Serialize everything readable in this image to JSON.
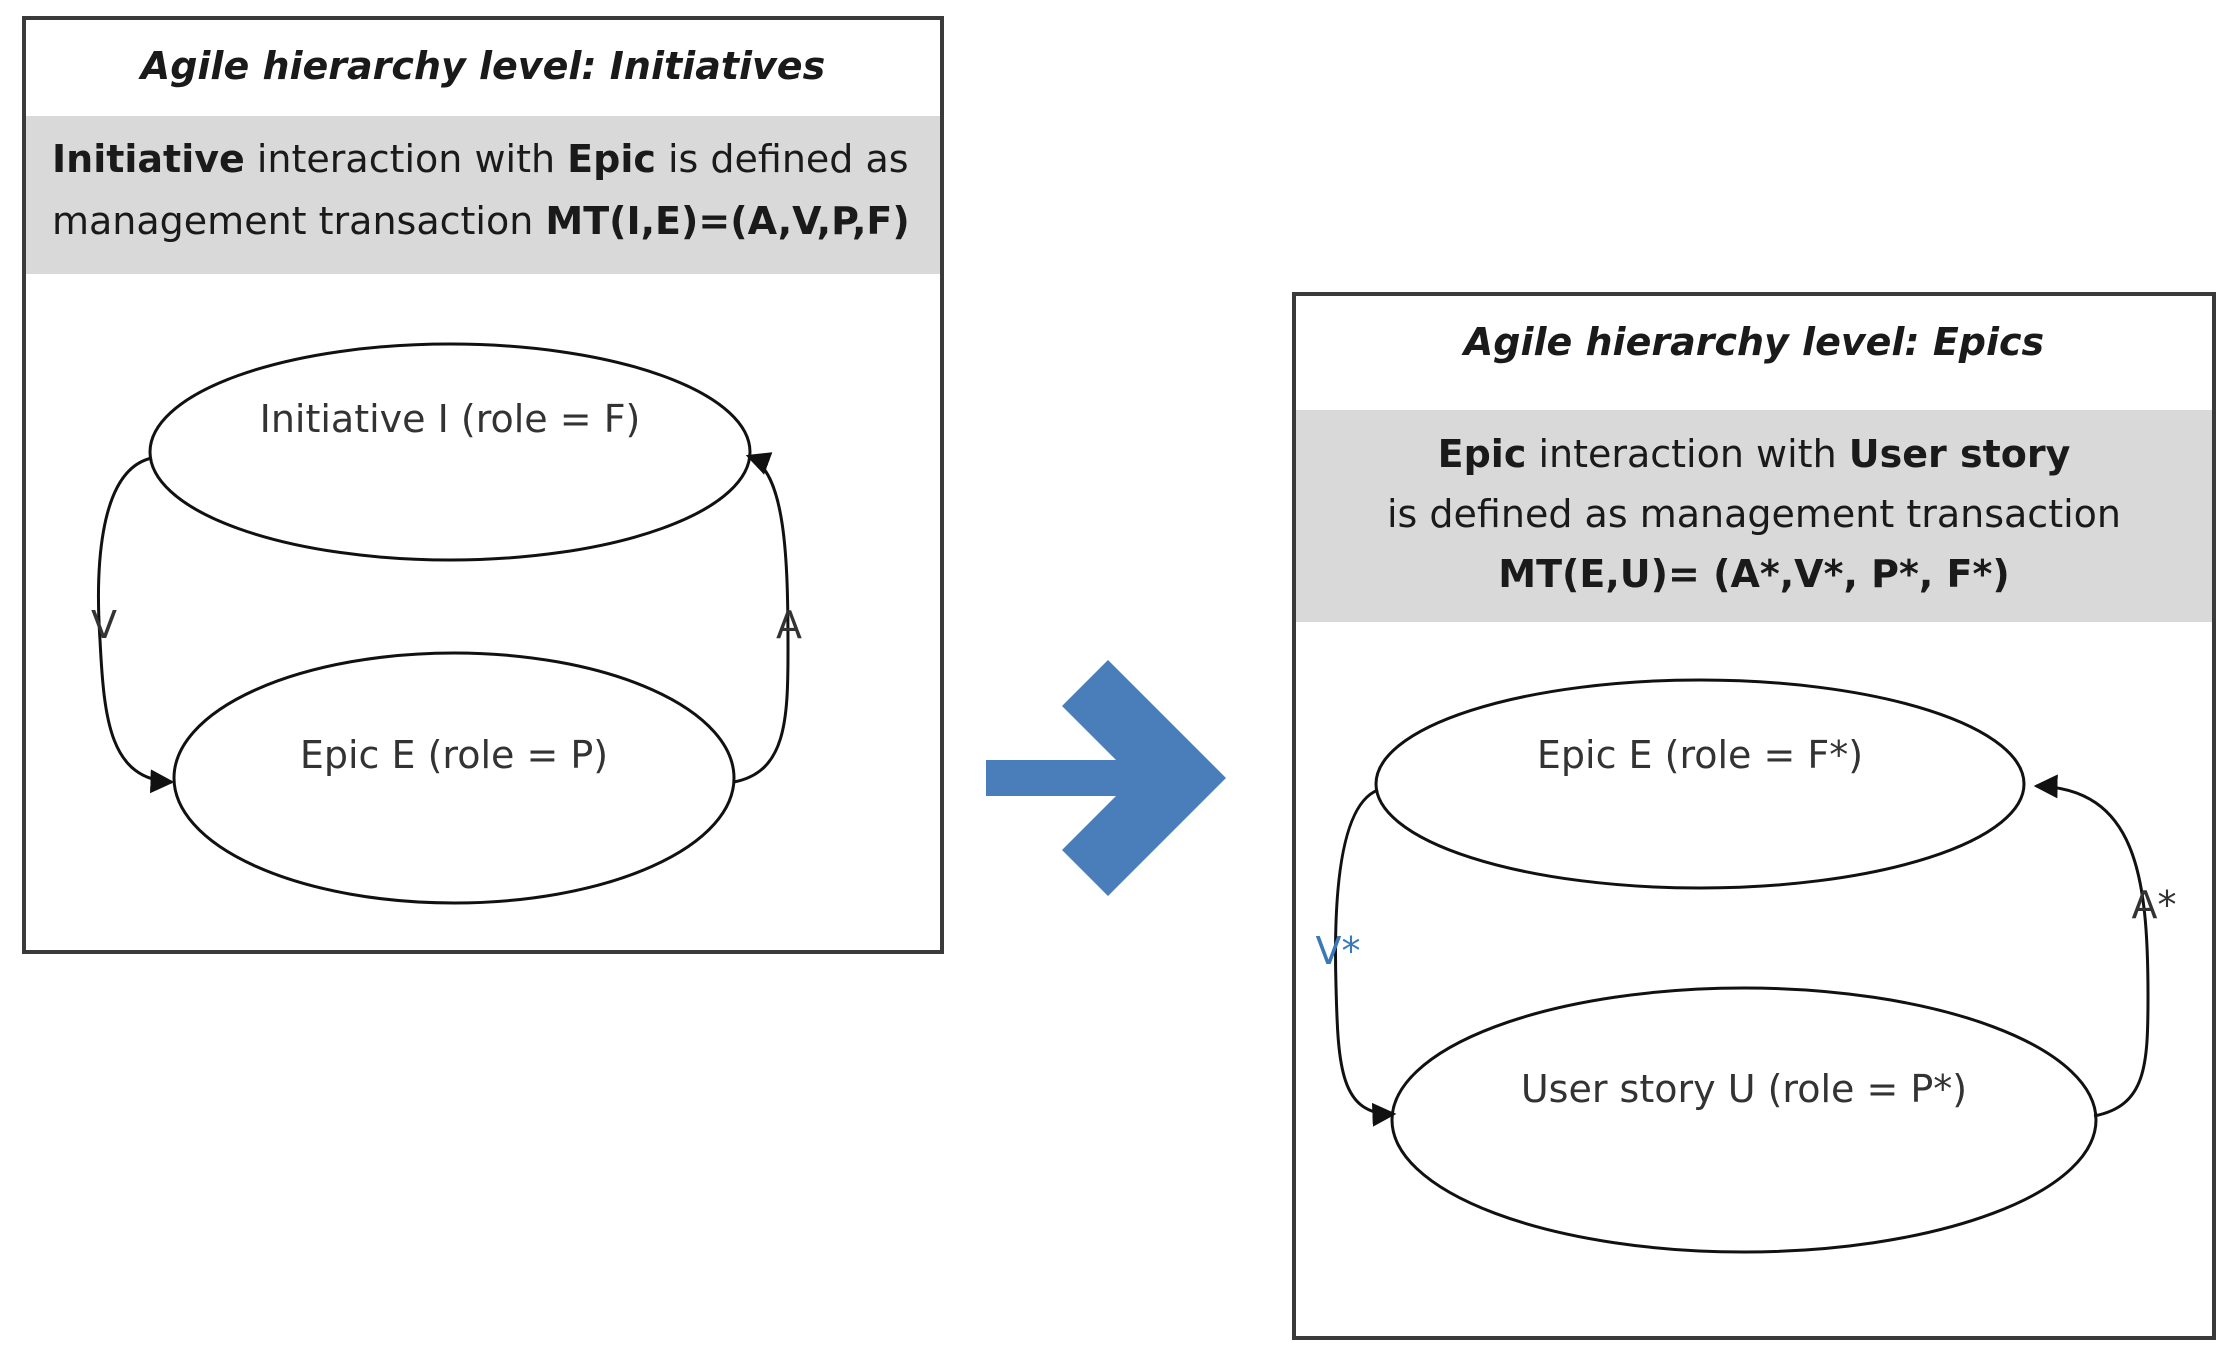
{
  "left_panel": {
    "title": "Agile hierarchy level: Initiatives",
    "definition": {
      "part1_bold": "Initiative",
      "part2": " interaction with ",
      "part3_bold": "Epic",
      "part4": " is defined as management transaction ",
      "part5_bold": "MT(I,E)=(A,V,P,F)"
    },
    "nodes": {
      "top": "Initiative I (role = F)",
      "bottom": "Epic E (role = P)"
    },
    "edges": {
      "left": "V",
      "right": "A"
    }
  },
  "right_panel": {
    "title": "Agile hierarchy level: Epics",
    "definition": {
      "part1_bold": "Epic",
      "part2": " interaction with ",
      "part3_bold": "User story",
      "part4": "is defined as management transaction",
      "part5_bold": "MT(E,U)= (A*,V*, P*, F*)"
    },
    "nodes": {
      "top": "Epic E (role = F*)",
      "bottom": "User story U (role = P*)"
    },
    "edges": {
      "left": "V*",
      "right": "A*"
    }
  },
  "colors": {
    "arrow": "#4a7ebb",
    "def_background": "#d9d9d9",
    "v_star_label": "#3b78b8"
  },
  "icons": {
    "transition_arrow": "right-chevron-arrow-icon"
  }
}
